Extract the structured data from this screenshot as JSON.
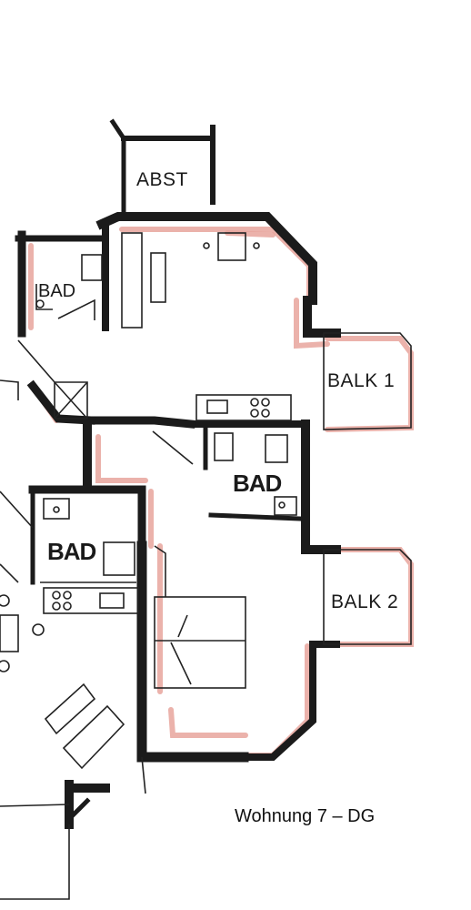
{
  "rooms": {
    "abst": "ABST",
    "balk1": "BALK 1",
    "balk2": "BALK 2",
    "bad_top": "BAD",
    "bad_mid": "BAD",
    "bad_left": "BAD"
  },
  "caption": "Wohnung 7 – DG",
  "colors": {
    "wall": "#1b1b1b",
    "insulation": "#e7a49c",
    "background": "#ffffff"
  }
}
